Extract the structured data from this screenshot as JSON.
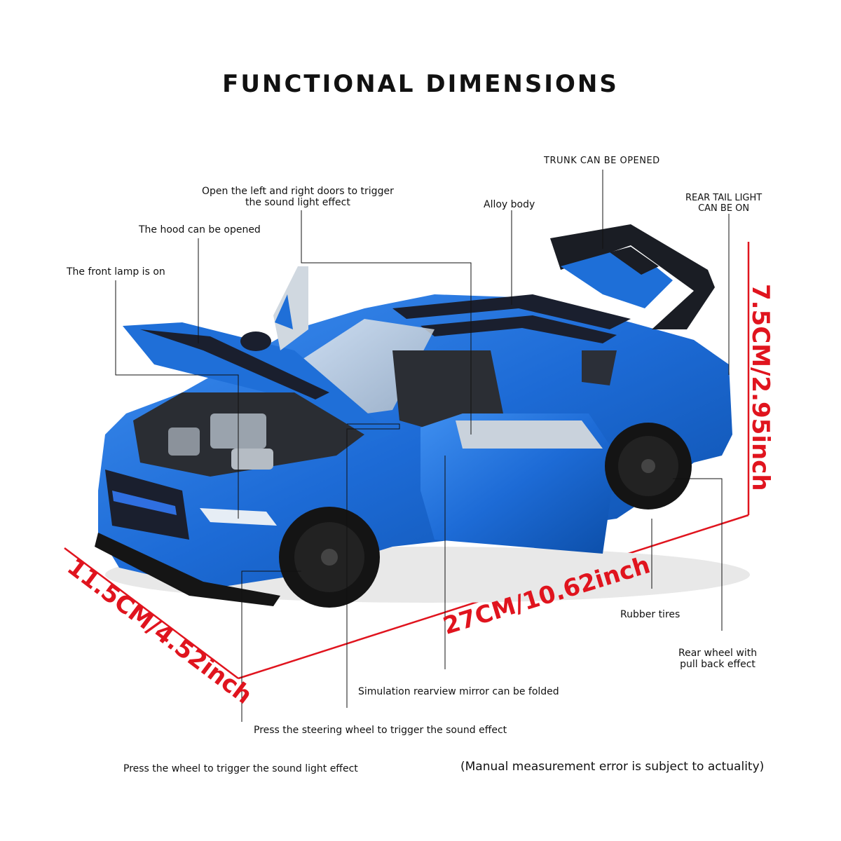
{
  "title": "FUNCTIONAL DIMENSIONS",
  "callouts": {
    "trunk": "TRUNK CAN BE OPENED",
    "rear_tail_light_1": "REAR TAIL LIGHT",
    "rear_tail_light_2": "CAN BE ON",
    "doors_1": "Open the left and right doors to trigger",
    "doors_2": "the sound light effect",
    "alloy": "Alloy body",
    "hood": "The hood can be opened",
    "front_lamp": "The front lamp is on",
    "rubber_tires": "Rubber tires",
    "rear_wheel_1": "Rear wheel with",
    "rear_wheel_2": "pull back effect",
    "mirror": "Simulation rearview mirror can be folded",
    "steering": "Press the steering wheel to trigger the sound effect",
    "wheel_press": "Press the wheel to trigger the sound light effect"
  },
  "dimensions": {
    "height": "7.5CM/2.95inch",
    "width": "11.5CM/4.52inch",
    "length": "27CM/10.62inch"
  },
  "note": "(Manual measurement error is subject to actuality)",
  "colors": {
    "car_body": "#1e6fd8",
    "dimension_red": "#e0141e",
    "stripe": "#1a1f2e"
  }
}
